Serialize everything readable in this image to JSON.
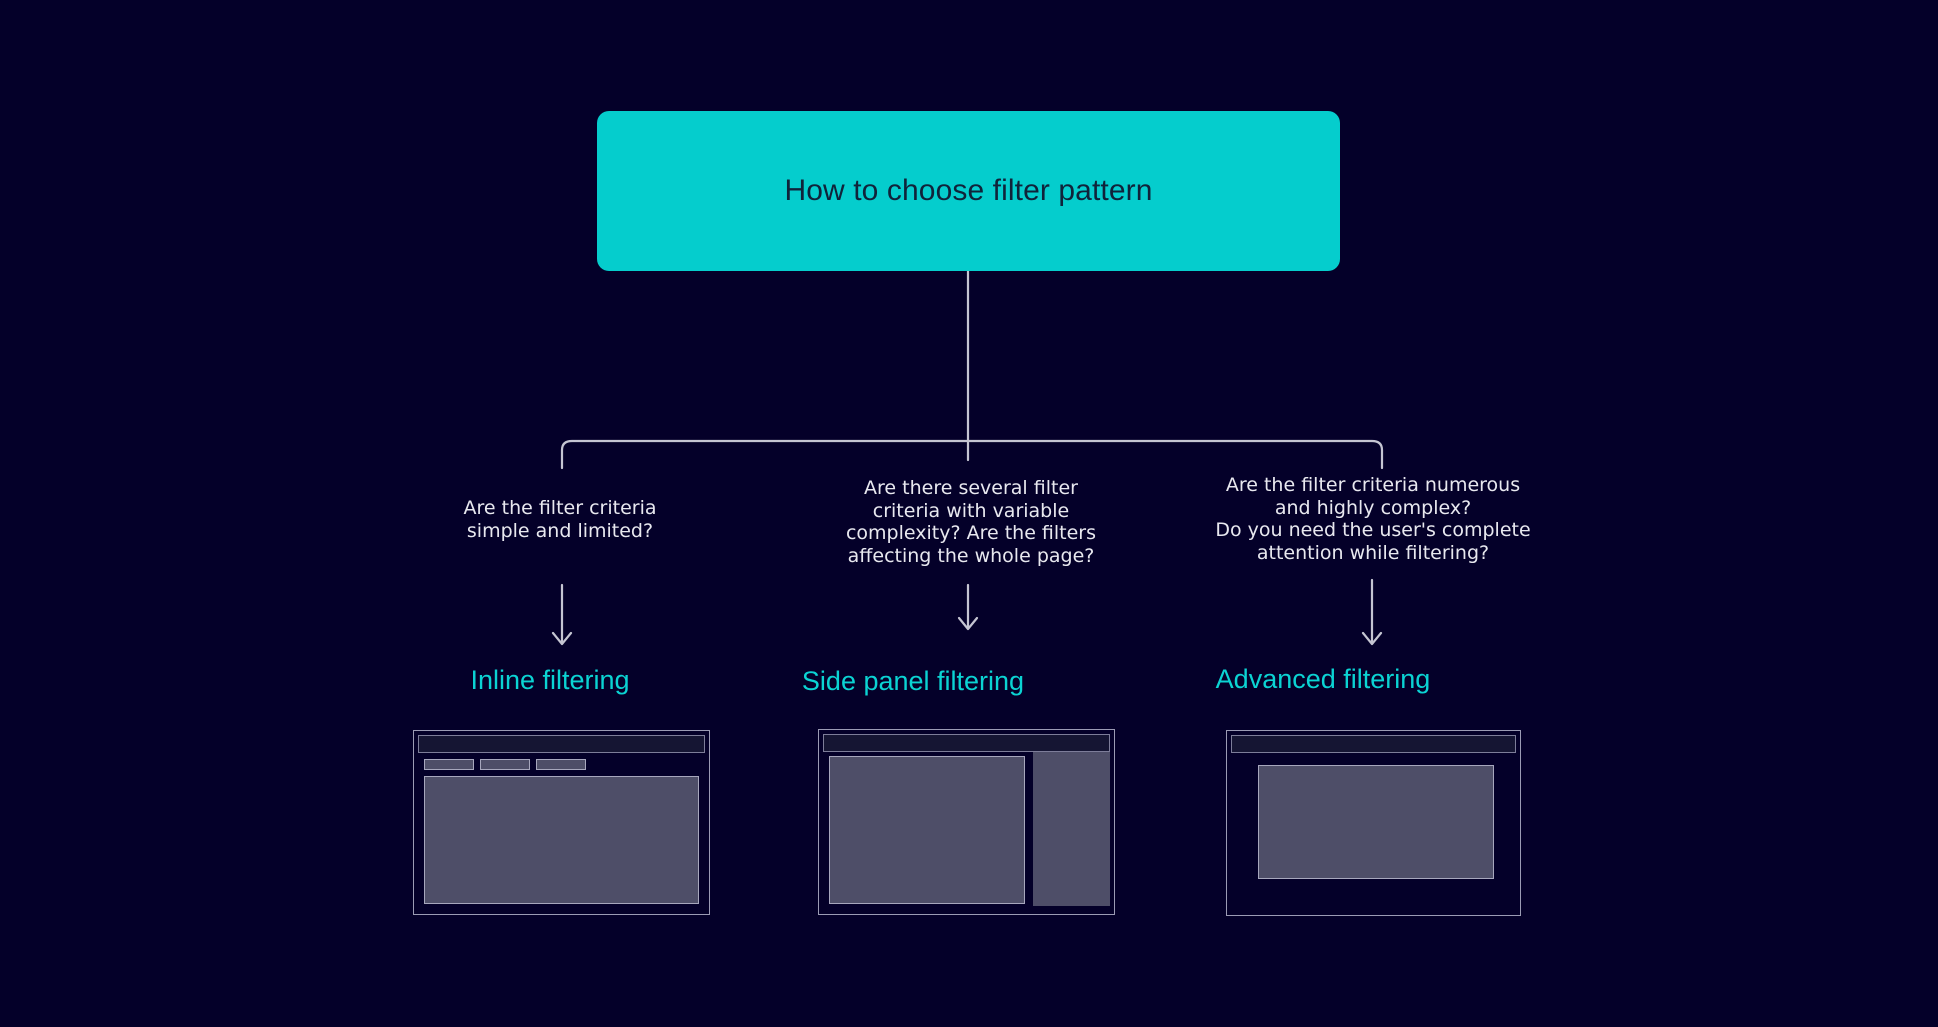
{
  "theme": {
    "background": "#040029",
    "accent_cyan": "#05cdcd",
    "outcome_text": "#0bd3d3",
    "question_text": "#e8e8ef",
    "connector_line": "#c5c5d2",
    "wireframe_fill": "#4e4e68",
    "wireframe_border": "#a7a7bd",
    "wireframe_header": "#151533",
    "root_label_color": "#10233a"
  },
  "root": {
    "title": "How to choose filter pattern"
  },
  "branches": [
    {
      "id": "inline",
      "question": "Are the filter criteria\nsimple and limited?",
      "outcome": "Inline filtering",
      "wireframe": {
        "type": "inline-filter-bar",
        "chip_count": 3
      }
    },
    {
      "id": "side-panel",
      "question": "Are there several filter\ncriteria with variable\ncomplexity? Are the filters\naffecting the whole page?",
      "outcome": "Side panel filtering",
      "wireframe": {
        "type": "side-panel",
        "chip_count": 0
      }
    },
    {
      "id": "advanced",
      "question": "Are the filter criteria numerous\nand highly complex?\nDo you need the user's complete\nattention while filtering?",
      "outcome": "Advanced filtering",
      "wireframe": {
        "type": "modal-overlay",
        "chip_count": 0
      }
    }
  ]
}
